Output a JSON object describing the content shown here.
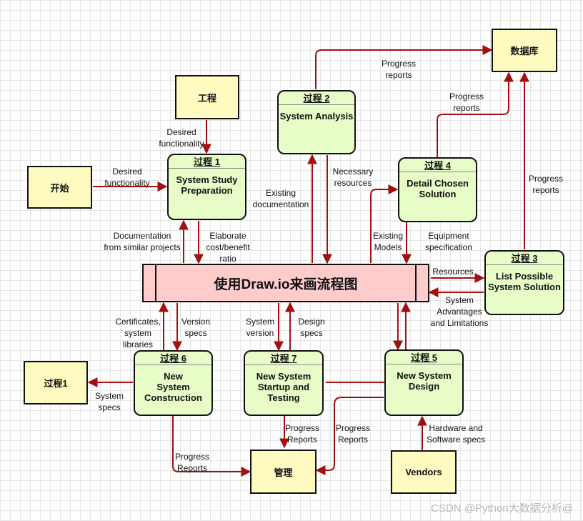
{
  "colors": {
    "line": "#a30f0f",
    "process_fill": "#e8fcc8",
    "external_fill": "#fffbc0",
    "store_fill": "#ffcccc"
  },
  "externals": {
    "gongcheng": "工程",
    "kaishi": "开始",
    "database": "数据库",
    "guocheng1": "过程1",
    "guanli": "管理",
    "vendors": "Vendors"
  },
  "processes": {
    "p1": {
      "title": "过程 1",
      "body": "System Study\nPreparation"
    },
    "p2": {
      "title": "过程 2",
      "body": "System Analysis"
    },
    "p3": {
      "title": "过程 3",
      "body": "List Possible\nSystem Solution"
    },
    "p4": {
      "title": "过程 4",
      "body": "Detail Chosen\nSolution"
    },
    "p5": {
      "title": "过程 5",
      "body": "New System\nDesign"
    },
    "p6": {
      "title": "过程 6",
      "body": "New\nSystem\nConstruction"
    },
    "p7": {
      "title": "过程 7",
      "body": "New System\nStartup and\nTesting"
    }
  },
  "store": {
    "label": "使用Draw.io来画流程图"
  },
  "flow_labels": {
    "gongcheng_p1": "Desired\nfunctionality",
    "kaishi_p1": "Desired\nfunctionality",
    "p2_db": "Progress\nreports",
    "p4_db": "Progress\nreports",
    "p3_db": "Progress\nreports",
    "store_p1": "Documentation\nfrom similar projects",
    "p1_store": "Elaborate\ncost/benefit\nratio",
    "store_p2": "Existing\ndocumentation",
    "p2_store": "Necessary\nresources",
    "store_p4": "Existing\nModels",
    "p4_store": "Equipment\nspecification",
    "store_p3": "Resources",
    "p3_store": "System\nAdvantages\nand Limitations",
    "store_p6": "Certificates,\nsystem\nlibraries",
    "p6_store": "Version\nspecs",
    "p7_store": "System\nversion",
    "store_p7": "Design\nspecs",
    "p6_guocheng1": "System\nspecs",
    "p7_guanli": "Progress\nReports",
    "p5_guanli": "Progress\nReports",
    "p6_guanli": "Progress\nReports",
    "vendors_p5": "Hardware and\nSoftware specs"
  },
  "watermark": "CSDN @Python大数据分析@"
}
